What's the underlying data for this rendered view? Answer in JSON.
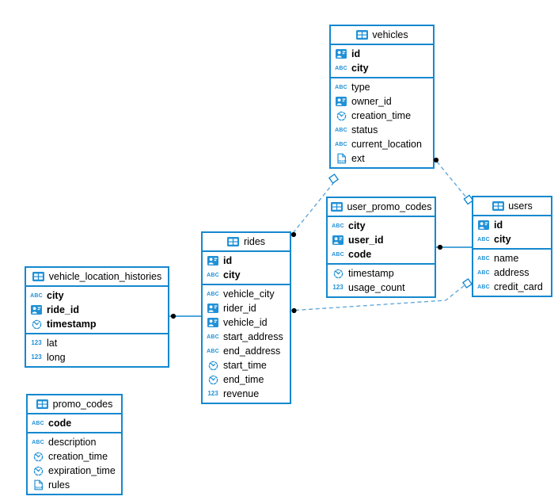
{
  "colors": {
    "accent": "#1588cf",
    "icon_blue": "#2191d6",
    "dashed_line": "#63a9dc",
    "dot": "#000000",
    "background": "#ffffff"
  },
  "tables": [
    {
      "name": "vehicles",
      "columns": [
        {
          "name": "id",
          "icon": "id-icon",
          "pk": true
        },
        {
          "name": "city",
          "icon": "string-icon",
          "pk": true
        },
        {
          "name": "type",
          "icon": "string-icon",
          "pk": false
        },
        {
          "name": "owner_id",
          "icon": "id-icon",
          "pk": false
        },
        {
          "name": "creation_time",
          "icon": "timestamp-icon",
          "pk": false
        },
        {
          "name": "status",
          "icon": "string-icon",
          "pk": false
        },
        {
          "name": "current_location",
          "icon": "string-icon",
          "pk": false
        },
        {
          "name": "ext",
          "icon": "json-icon",
          "pk": false
        }
      ]
    },
    {
      "name": "user_promo_codes",
      "columns": [
        {
          "name": "city",
          "icon": "string-icon",
          "pk": true
        },
        {
          "name": "user_id",
          "icon": "id-icon",
          "pk": true
        },
        {
          "name": "code",
          "icon": "string-icon",
          "pk": true
        },
        {
          "name": "timestamp",
          "icon": "timestamp-icon",
          "pk": false
        },
        {
          "name": "usage_count",
          "icon": "number-icon",
          "pk": false
        }
      ]
    },
    {
      "name": "users",
      "columns": [
        {
          "name": "id",
          "icon": "id-icon",
          "pk": true
        },
        {
          "name": "city",
          "icon": "string-icon",
          "pk": true
        },
        {
          "name": "name",
          "icon": "string-icon",
          "pk": false
        },
        {
          "name": "address",
          "icon": "string-icon",
          "pk": false
        },
        {
          "name": "credit_card",
          "icon": "string-icon",
          "pk": false
        }
      ]
    },
    {
      "name": "rides",
      "columns": [
        {
          "name": "id",
          "icon": "id-icon",
          "pk": true
        },
        {
          "name": "city",
          "icon": "string-icon",
          "pk": true
        },
        {
          "name": "vehicle_city",
          "icon": "string-icon",
          "pk": false
        },
        {
          "name": "rider_id",
          "icon": "id-icon",
          "pk": false
        },
        {
          "name": "vehicle_id",
          "icon": "id-icon",
          "pk": false
        },
        {
          "name": "start_address",
          "icon": "string-icon",
          "pk": false
        },
        {
          "name": "end_address",
          "icon": "string-icon",
          "pk": false
        },
        {
          "name": "start_time",
          "icon": "timestamp-icon",
          "pk": false
        },
        {
          "name": "end_time",
          "icon": "timestamp-icon",
          "pk": false
        },
        {
          "name": "revenue",
          "icon": "number-icon",
          "pk": false
        }
      ]
    },
    {
      "name": "vehicle_location_histories",
      "columns": [
        {
          "name": "city",
          "icon": "string-icon",
          "pk": true
        },
        {
          "name": "ride_id",
          "icon": "id-icon",
          "pk": true
        },
        {
          "name": "timestamp",
          "icon": "timestamp-icon",
          "pk": true
        },
        {
          "name": "lat",
          "icon": "number-icon",
          "pk": false
        },
        {
          "name": "long",
          "icon": "number-icon",
          "pk": false
        }
      ]
    },
    {
      "name": "promo_codes",
      "columns": [
        {
          "name": "code",
          "icon": "string-icon",
          "pk": true
        },
        {
          "name": "description",
          "icon": "string-icon",
          "pk": false
        },
        {
          "name": "creation_time",
          "icon": "timestamp-icon",
          "pk": false
        },
        {
          "name": "expiration_time",
          "icon": "timestamp-icon",
          "pk": false
        },
        {
          "name": "rules",
          "icon": "json-icon",
          "pk": false
        }
      ]
    }
  ],
  "relationships": [
    {
      "from": "vehicle_location_histories",
      "to": "rides",
      "style": "solid"
    },
    {
      "from": "user_promo_codes",
      "to": "users",
      "style": "solid"
    },
    {
      "from": "rides",
      "to": "vehicles",
      "style": "dashed"
    },
    {
      "from": "vehicles",
      "to": "users",
      "style": "dashed"
    },
    {
      "from": "rides",
      "to": "users",
      "style": "dashed"
    }
  ]
}
